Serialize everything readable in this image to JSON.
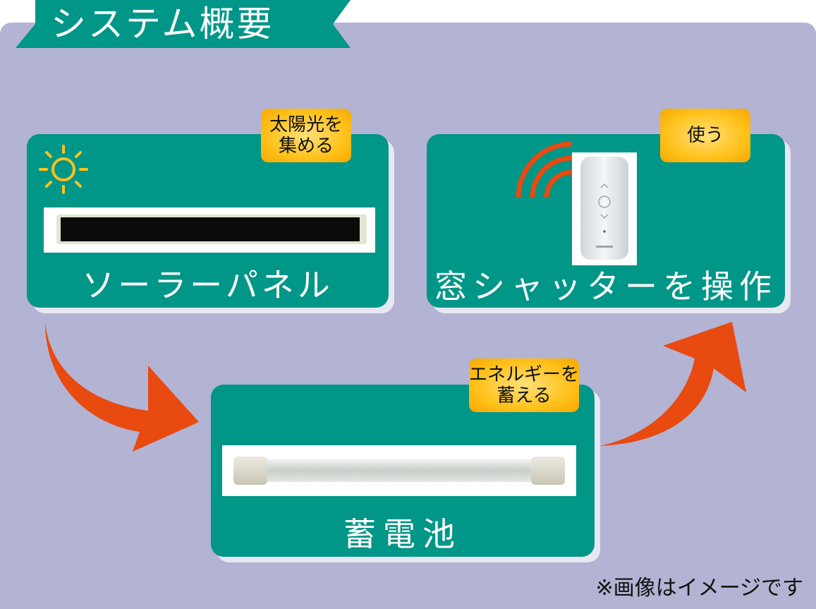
{
  "title": "システム概要",
  "cards": {
    "solar": {
      "label": "ソーラーパネル",
      "tag_line1": "太陽光を",
      "tag_line2": "集める"
    },
    "battery": {
      "label": "蓄電池",
      "tag_line1": "エネルギーを",
      "tag_line2": "蓄える"
    },
    "shutter": {
      "label": "窓シャッターを操作",
      "tag_line1": "使う"
    }
  },
  "footnote": "※画像はイメージです",
  "colors": {
    "background": "#b3b3d3",
    "card": "#009688",
    "tag": "#ffc21c",
    "arrow": "#e84a10"
  },
  "icons": [
    "sun-icon",
    "signal-waves-icon",
    "remote-control",
    "arrow-right-down",
    "arrow-up-right"
  ]
}
